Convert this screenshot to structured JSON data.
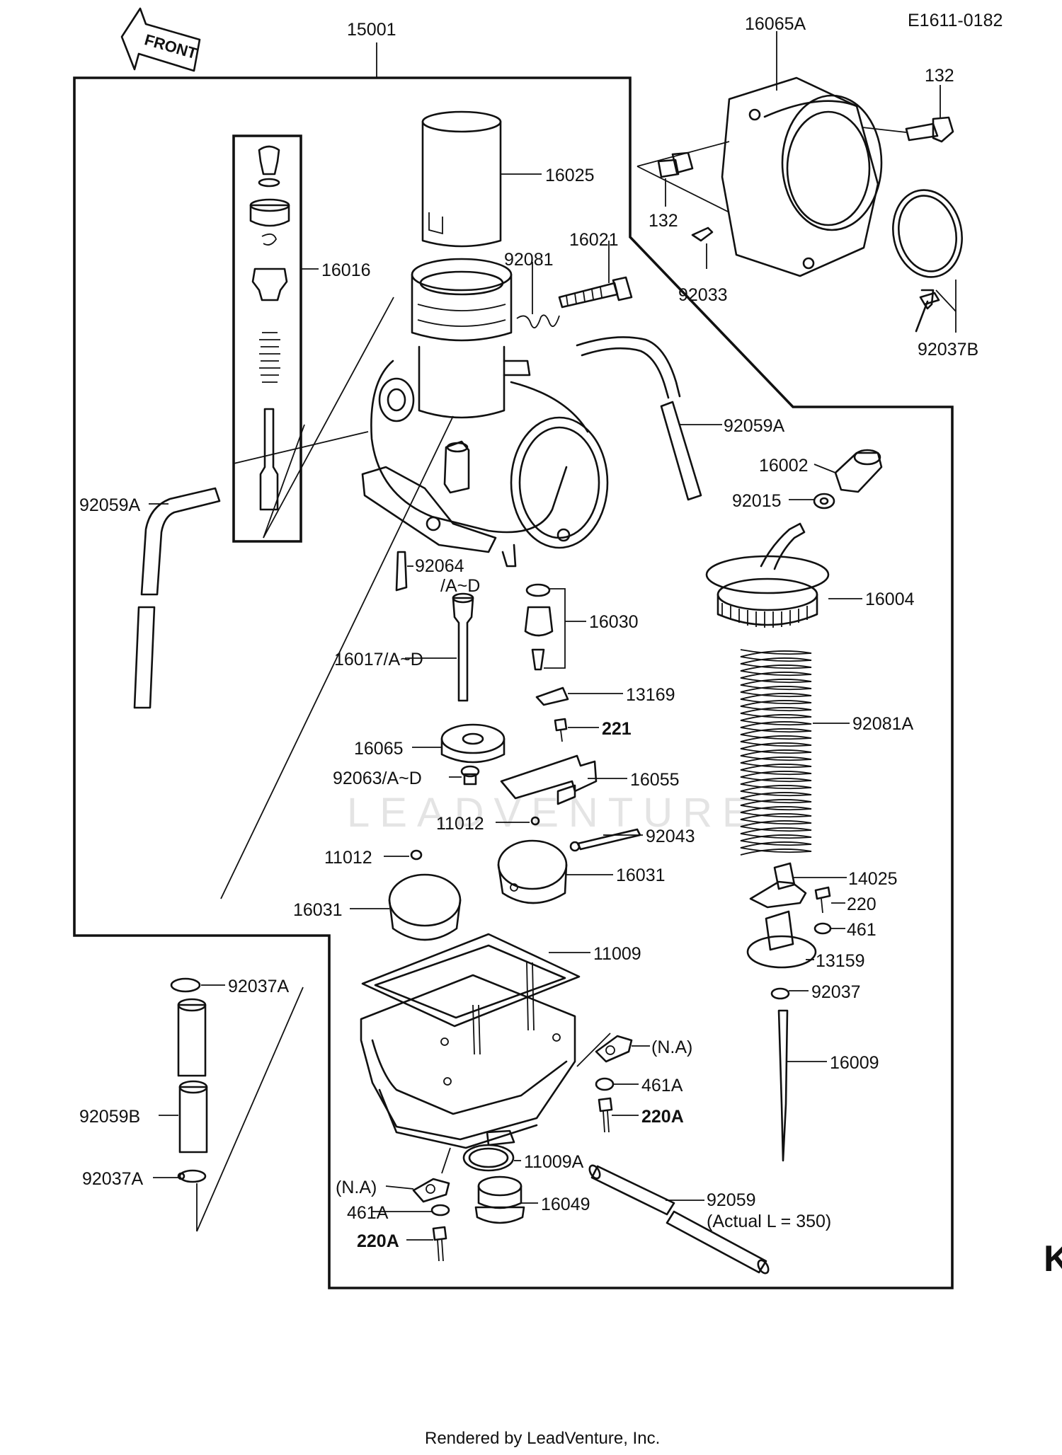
{
  "diagram": {
    "code": "E1611-0182",
    "front_label": "FRONT",
    "watermark": "LEADVENTURE",
    "footer": "Rendered by LeadVenture, Inc.",
    "edge_letter": "K",
    "labels": {
      "p15001": "15001",
      "p16065A": "16065A",
      "p132a": "132",
      "p132b": "132",
      "p16025": "16025",
      "p16016": "16016",
      "p92081": "92081",
      "p16021": "16021",
      "p92033": "92033",
      "p92037B": "92037B",
      "p92059A_r": "92059A",
      "p92059A_l": "92059A",
      "p16002": "16002",
      "p92015": "92015",
      "p92064": "92064",
      "p92064sub": "/A~D",
      "p16004": "16004",
      "p16030": "16030",
      "p16017": "16017/A~D",
      "p13169": "13169",
      "p221": "221",
      "p92081A": "92081A",
      "p16065": "16065",
      "p16055": "16055",
      "p92063": "92063/A~D",
      "p11012a": "11012",
      "p92043": "92043",
      "p11012b": "11012",
      "p16031a": "16031",
      "p14025": "14025",
      "p16031b": "16031",
      "p220": "220",
      "p461": "461",
      "p11009": "11009",
      "p13159": "13159",
      "p92037A_top": "92037A",
      "p92037": "92037",
      "pNA_r": "(N.A)",
      "p16009": "16009",
      "p461A_r": "461A",
      "p92059B": "92059B",
      "p220A_r": "220A",
      "p11009A": "11009A",
      "p92037A_bot": "92037A",
      "p92059": "92059",
      "p92059note": "(Actual L = 350)",
      "pNA_l": "(N.A)",
      "p16049": "16049",
      "p461A_l": "461A",
      "p220A_l": "220A"
    }
  }
}
